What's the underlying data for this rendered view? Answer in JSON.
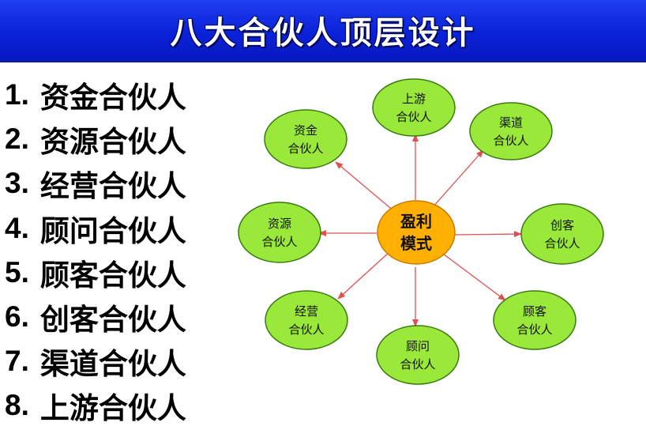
{
  "title": "八大合伙人顶层设计",
  "list": [
    {
      "num": "1.",
      "label": "资金合伙人"
    },
    {
      "num": "2.",
      "label": "资源合伙人"
    },
    {
      "num": "3.",
      "label": "经营合伙人"
    },
    {
      "num": "4.",
      "label": "顾问合伙人"
    },
    {
      "num": "5.",
      "label": "顾客合伙人"
    },
    {
      "num": "6.",
      "label": "创客合伙人"
    },
    {
      "num": "7.",
      "label": "渠道合伙人"
    },
    {
      "num": "8.",
      "label": "上游合伙人"
    }
  ],
  "hub": {
    "line1": "盈利",
    "line2": "模式"
  },
  "nodes": [
    {
      "id": "shangyou",
      "line1": "上游",
      "line2": "合伙人"
    },
    {
      "id": "zijin",
      "line1": "资金",
      "line2": "合伙人"
    },
    {
      "id": "qudao",
      "line1": "渠道",
      "line2": "合伙人"
    },
    {
      "id": "ziyuan",
      "line1": "资源",
      "line2": "合伙人"
    },
    {
      "id": "chuangke",
      "line1": "创客",
      "line2": "合伙人"
    },
    {
      "id": "jingying",
      "line1": "经营",
      "line2": "合伙人"
    },
    {
      "id": "guke",
      "line1": "顾客",
      "line2": "合伙人"
    },
    {
      "id": "guwen",
      "line1": "顾问",
      "line2": "合伙人"
    }
  ],
  "colors": {
    "banner": "#0a22d8",
    "node_fill": "#99e83a",
    "node_stroke": "#3a7a10",
    "hub_fill": "#ffb000",
    "hub_stroke": "#c77a00",
    "arrow": "#e05050"
  }
}
